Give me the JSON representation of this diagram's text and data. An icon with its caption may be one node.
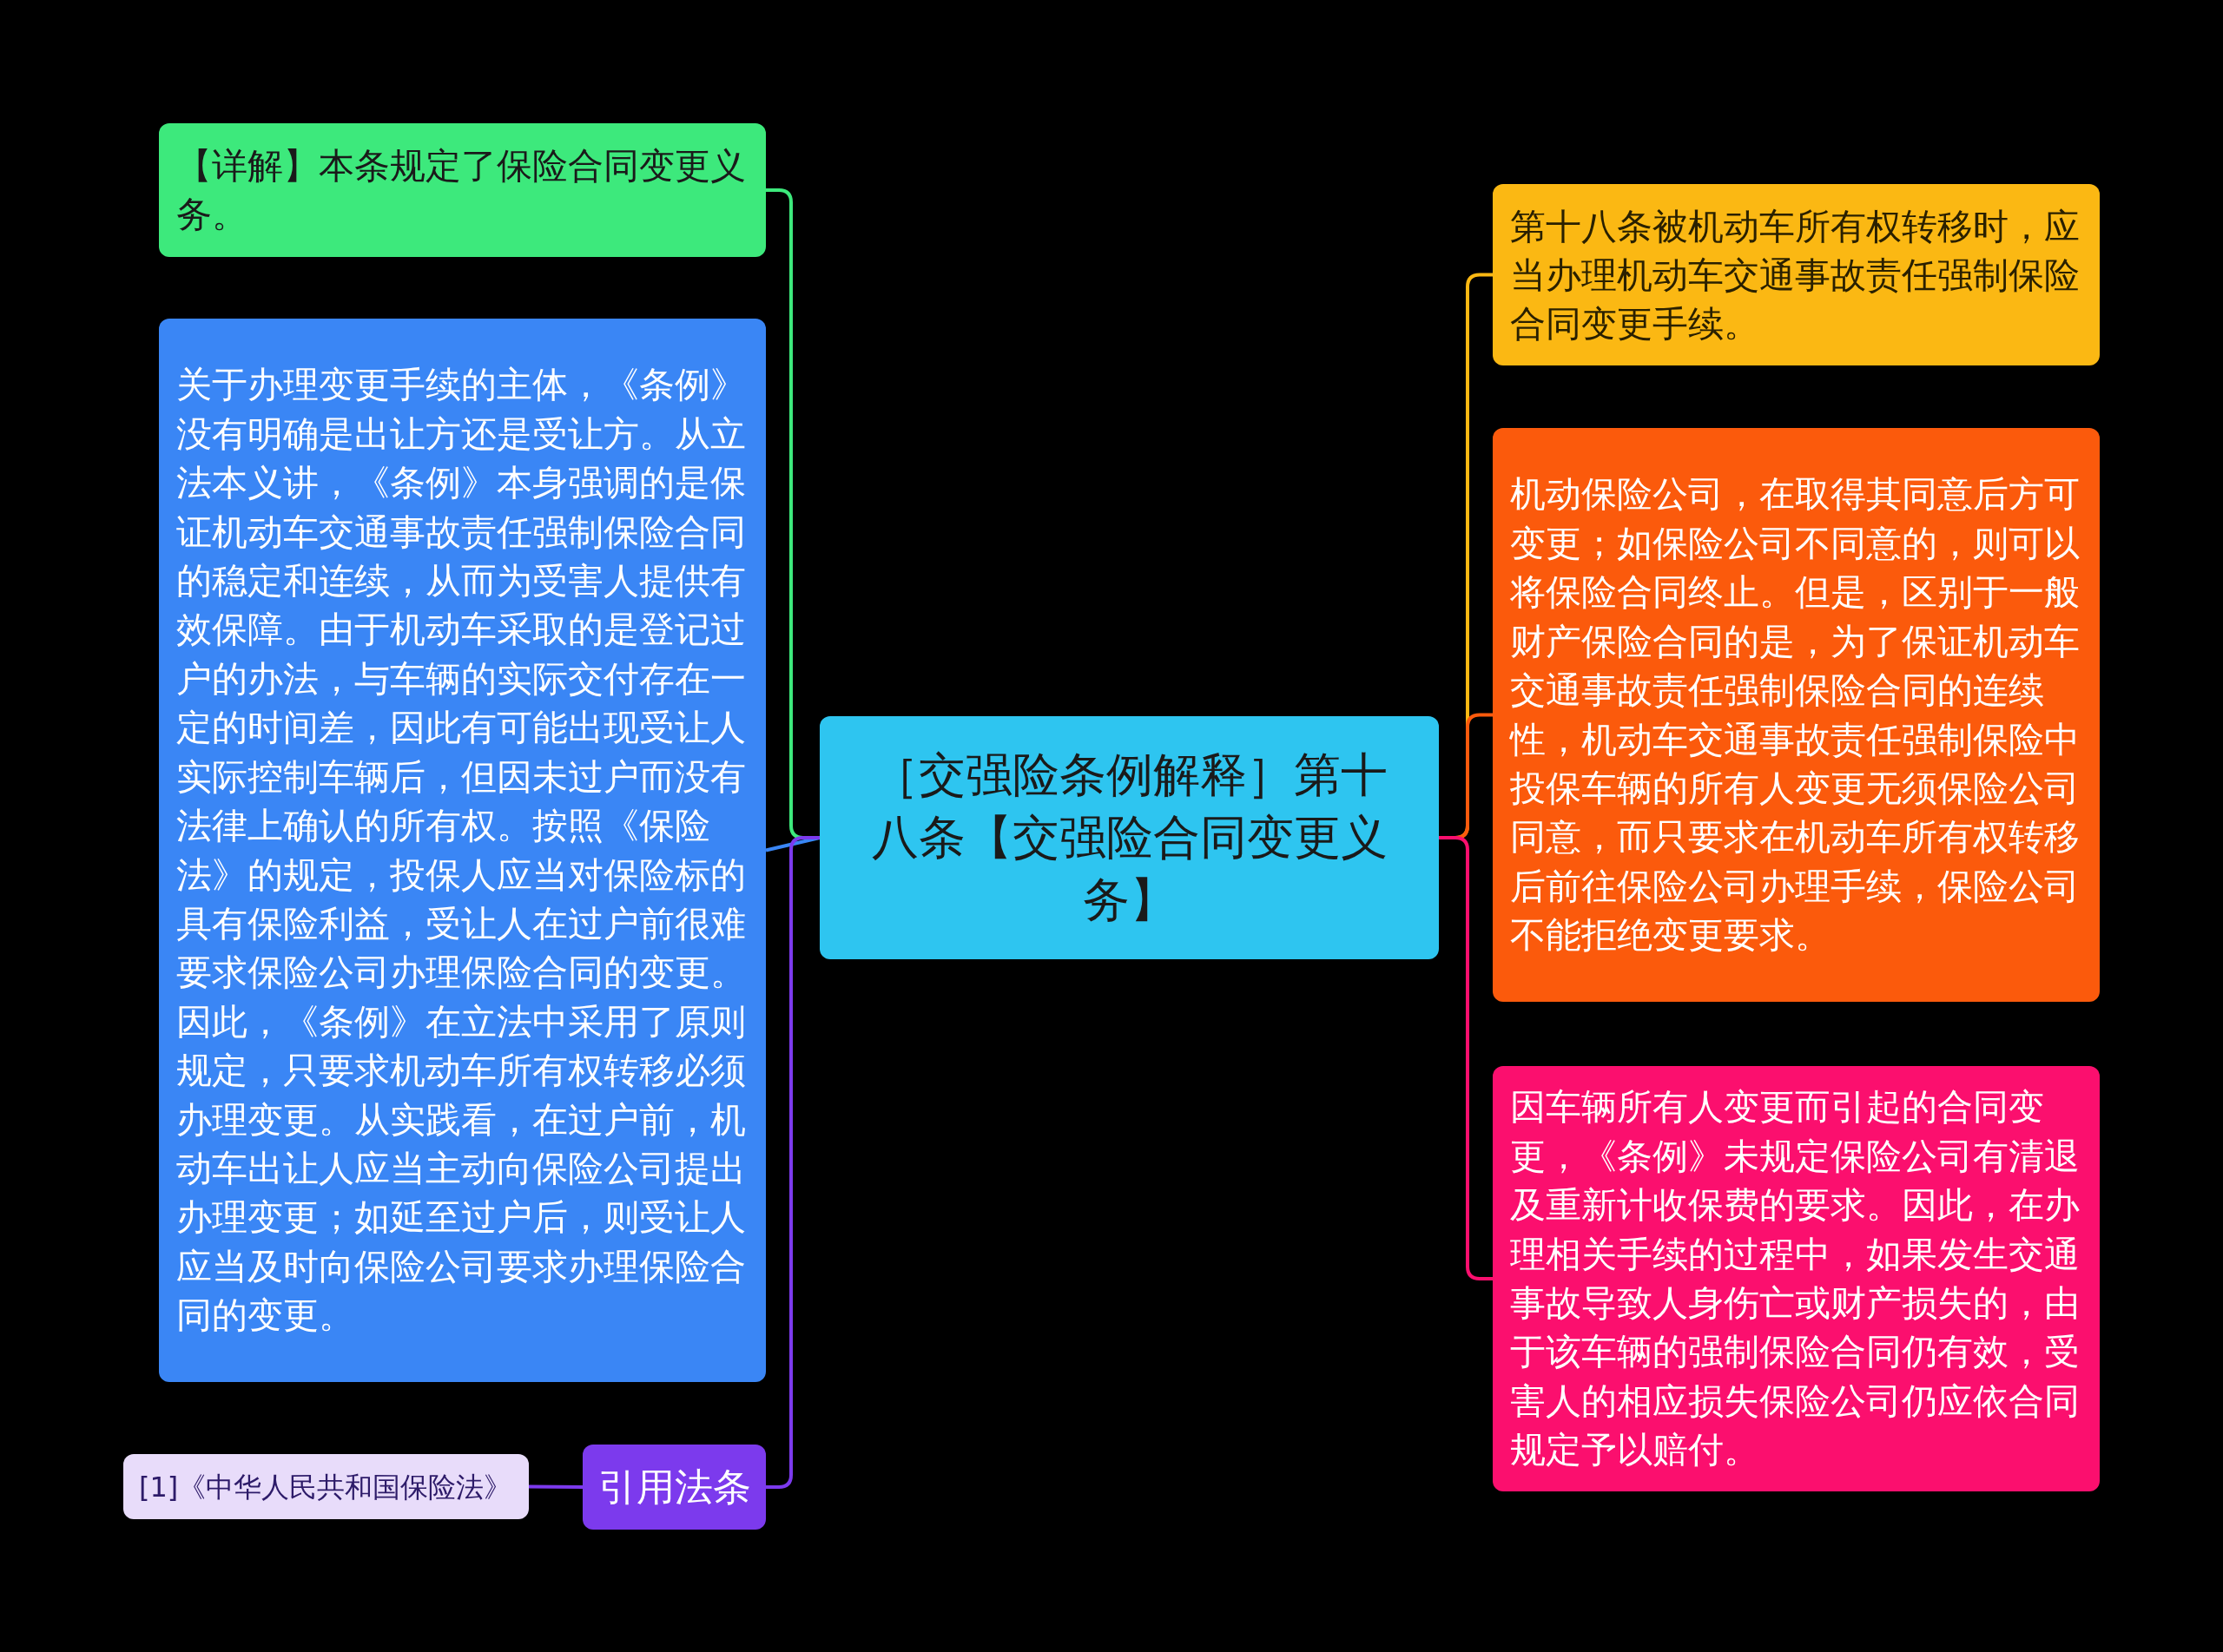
{
  "diagram": {
    "nodes": [
      {
        "text": [
          "［交强险条例解释］第十八条【交强险合同变更义务】"
        ]
      },
      {
        "text": [
          "【详解】本条规定了保险合同变更义务。"
        ]
      },
      {
        "text": [
          "关于办理变更手续的主体，《条例》没有明确是出让方还是受让方。从立法本义讲，《条例》本身强调的是保证机动车交通事故责任强制保险合同的稳定和连续，从而为受害人提供有效保障。由于机动车采取的是登记过户的办法，与车辆的实际交付存在一定的时间差，因此有可能出现受让人实际控制车辆后，但因未过户而没有法律上确认的所有权。按照《保险法》的规定，投保人应当对保险标的具有保险利益，受让人在过户前很难要求保险公司办理保险合同的变更。因此，《条例》在立法中采用了原则规定，只要求机动车所有权转移必须办理变更。从实践看，在过户前，机动车出让人应当主动向保险公司提出办理变更；如延至过户后，则受让人应当及时向保险公司要求办理保险合同的变更。"
        ]
      },
      {
        "text": [
          "引用法条"
        ]
      },
      {
        "text": [
          "[1]《中华人民共和国保险法》"
        ]
      },
      {
        "text": [
          "第十八条被机动车所有权转移时，应当办理机动车交通事故责任强制保险合同变更手续。"
        ]
      },
      {
        "text": [
          "机动保险公司，在取得其同意后方可变更；如保险公司不同意的，则可以将保险合同终止。但是，区别于一般财产保险合同的是，为了保证机动车交通事故责任强制保险合同的连续性，机动车交通事故责任强制保险中投保车辆的所有人变更无须保险公司同意，而只要求在机动车所有权转移后前往保险公司办理手续，保险公司不能拒绝变更要求。"
        ]
      },
      {
        "text": [
          "因车辆所有人变更而引起的合同变更，《条例》未规定保险公司有清退及重新计收保费的要求。因此，在办理相关手续的过程中，如果发生交通事故导致人身伤亡或财产损失的，由于该车辆的强制保险合同仍有效，受害人的相应损失保险公司仍应依合同规定予以赔付。"
        ]
      }
    ],
    "edges": [
      {
        "from": 0,
        "to": 1,
        "arrow": "none",
        "color": "#3de97c"
      },
      {
        "from": 0,
        "to": 2,
        "arrow": "none",
        "color": "#3a86f5"
      },
      {
        "from": 0,
        "to": 3,
        "arrow": "none",
        "color": "#7c3aed"
      },
      {
        "from": 3,
        "to": 4,
        "arrow": "none",
        "color": "#7c3aed"
      },
      {
        "from": 0,
        "to": 5,
        "arrow": "none",
        "color": "#fbb813"
      },
      {
        "from": 0,
        "to": 6,
        "arrow": "none",
        "color": "#fb5a0c"
      },
      {
        "from": 0,
        "to": 7,
        "arrow": "none",
        "color": "#fb0f6e"
      }
    ]
  }
}
